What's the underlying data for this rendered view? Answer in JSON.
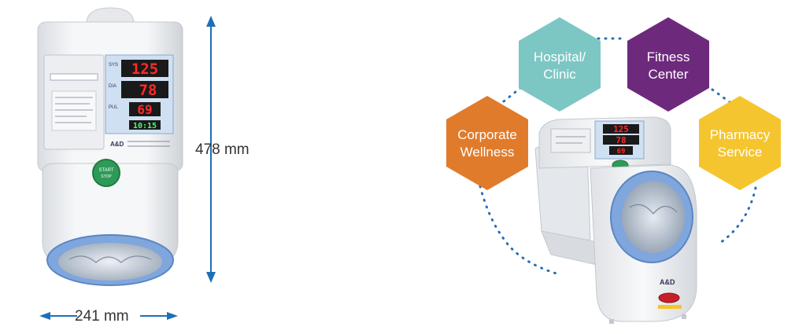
{
  "dimensions": {
    "height_label": "478 mm",
    "width_label": "241 mm"
  },
  "device_front": {
    "sys_label": "SYS",
    "dia_label": "DIA",
    "pul_label": "PUL",
    "sys_value": "125",
    "dia_value": "78",
    "pul_value": "69",
    "time_value": "10:15",
    "button_label_1": "START",
    "button_label_2": "STOP",
    "brand": "A&D"
  },
  "settings": [
    {
      "line1": "Corporate",
      "line2": "Wellness",
      "color": "#e07b2c"
    },
    {
      "line1": "Hospital/",
      "line2": "Clinic",
      "color": "#7cc7c4"
    },
    {
      "line1": "Fitness",
      "line2": "Center",
      "color": "#6d2a7d"
    },
    {
      "line1": "Pharmacy",
      "line2": "Service",
      "color": "#f5c52f"
    }
  ],
  "device_angled": {
    "sys_value": "125",
    "dia_value": "78",
    "pul_value": "69",
    "brand": "A&D"
  },
  "colors": {
    "arrow": "#1f6fb8",
    "dots": "#2a6fb4",
    "cuff": "#7fa6dd"
  }
}
